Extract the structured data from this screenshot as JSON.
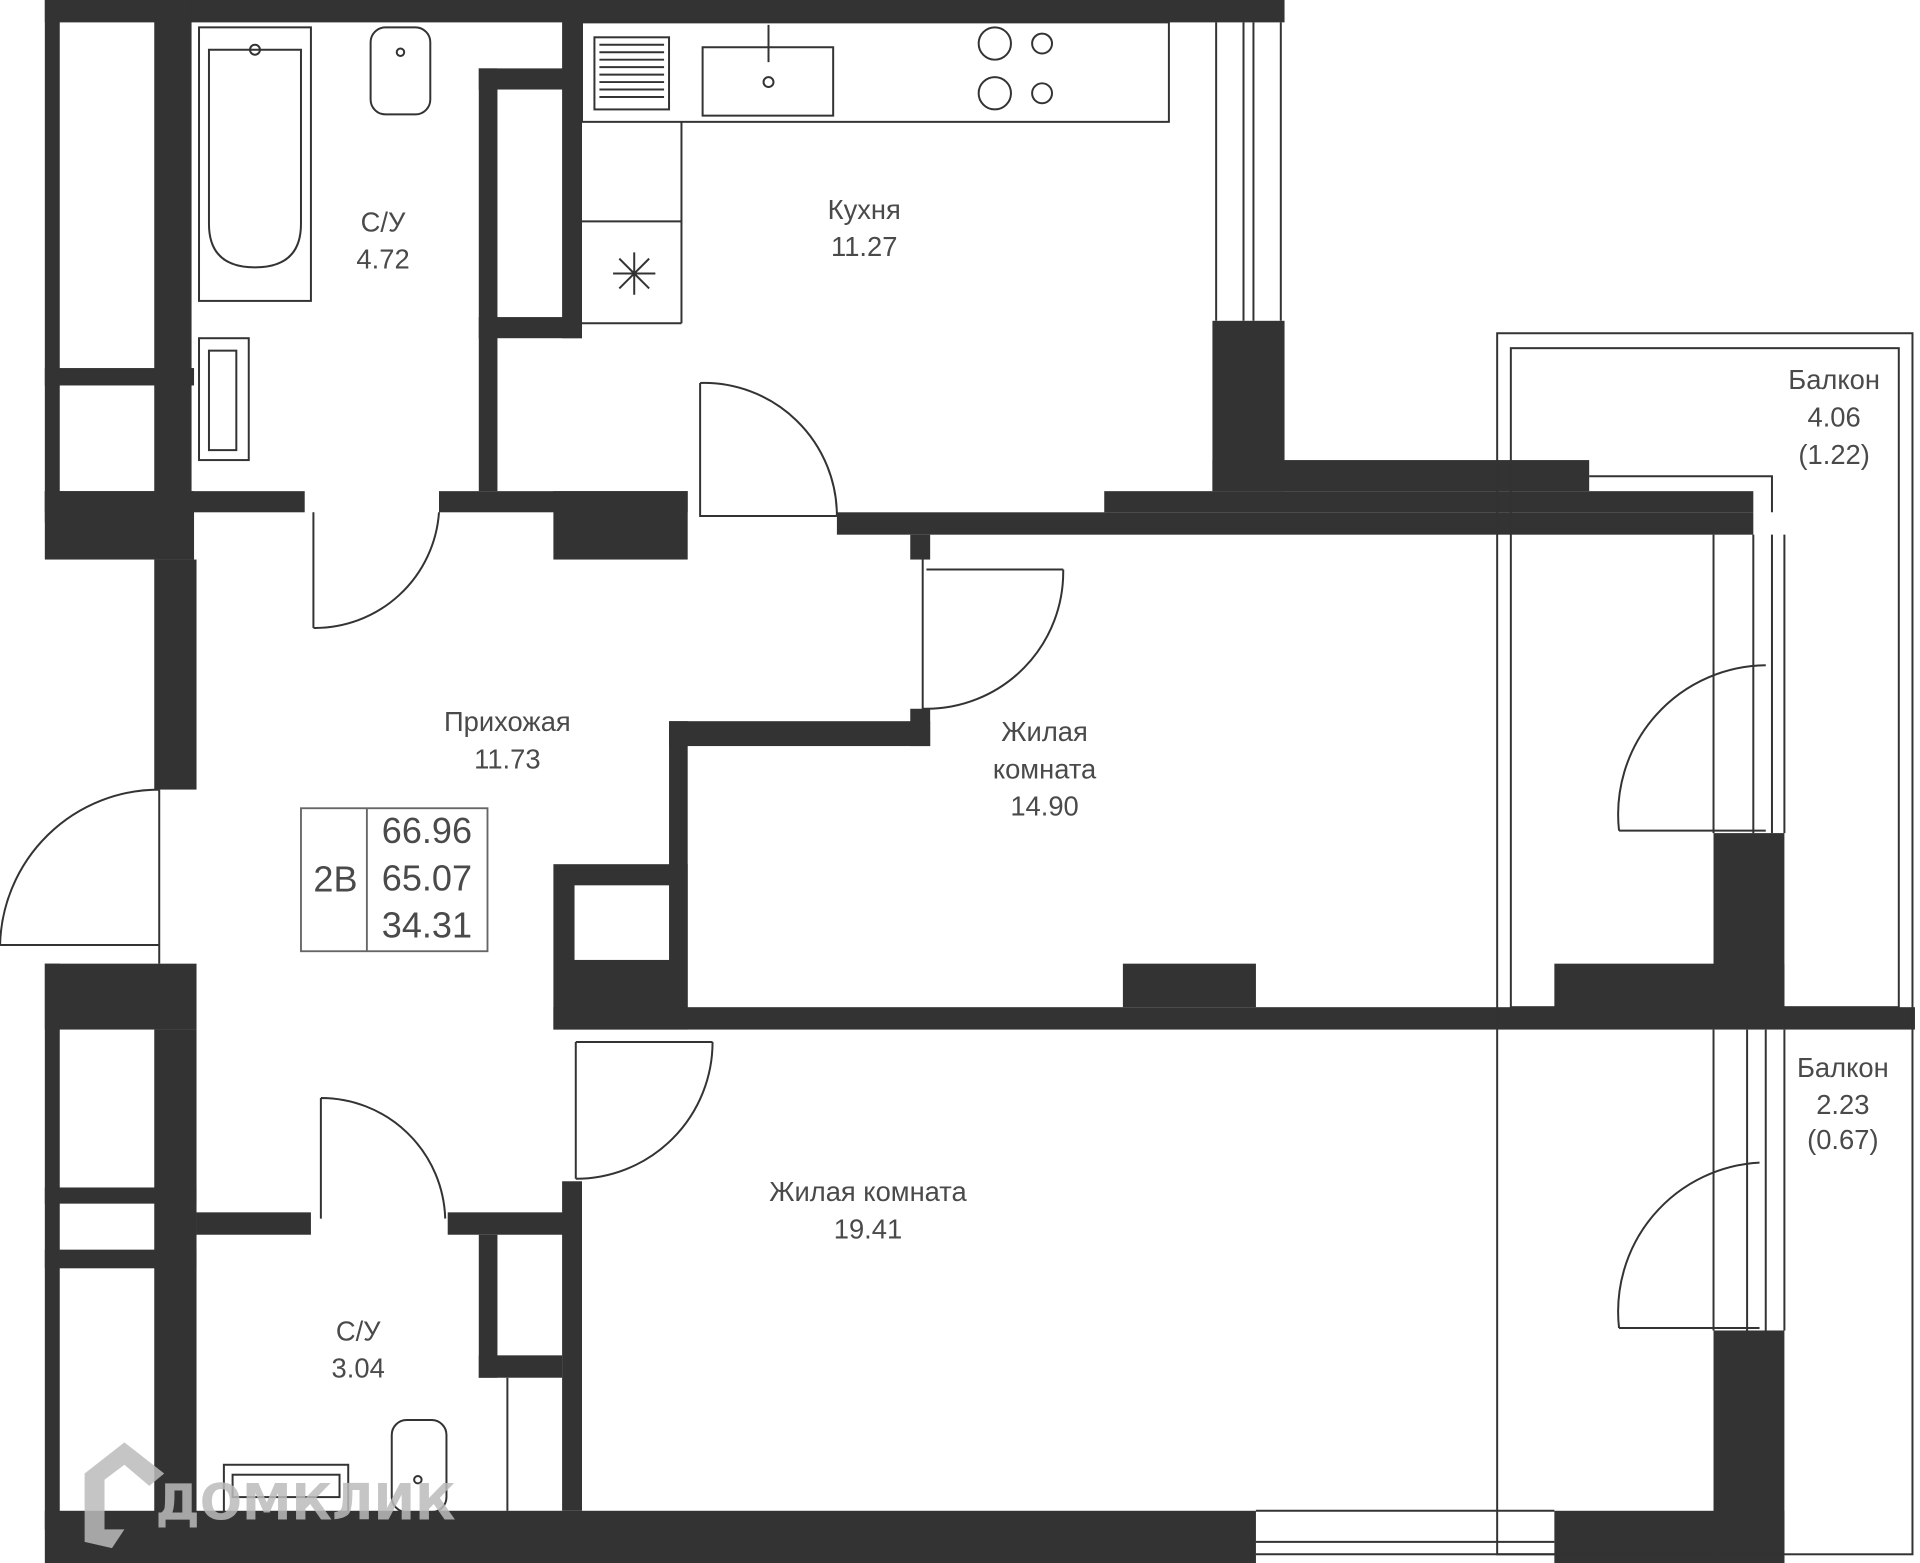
{
  "plan": {
    "rooms": [
      {
        "name": "С/У",
        "area": "4.72"
      },
      {
        "name": "Кухня",
        "area": "11.27"
      },
      {
        "name": "Балкон",
        "area": "4.06",
        "reduced": "(1.22)"
      },
      {
        "name": "Прихожая",
        "area": "11.73"
      },
      {
        "name_line1": "Жилая",
        "name_line2": "комната",
        "area": "14.90"
      },
      {
        "name": "Балкон",
        "area": "2.23",
        "reduced": "(0.67)"
      },
      {
        "name": "Жилая комната",
        "area": "19.41"
      },
      {
        "name": "С/У",
        "area": "3.04"
      }
    ],
    "summary": {
      "type": "2В",
      "total": "66.96",
      "living_total": "65.07",
      "living": "34.31"
    },
    "watermark": "ДОМКЛИК",
    "wall_color": "#333333"
  }
}
